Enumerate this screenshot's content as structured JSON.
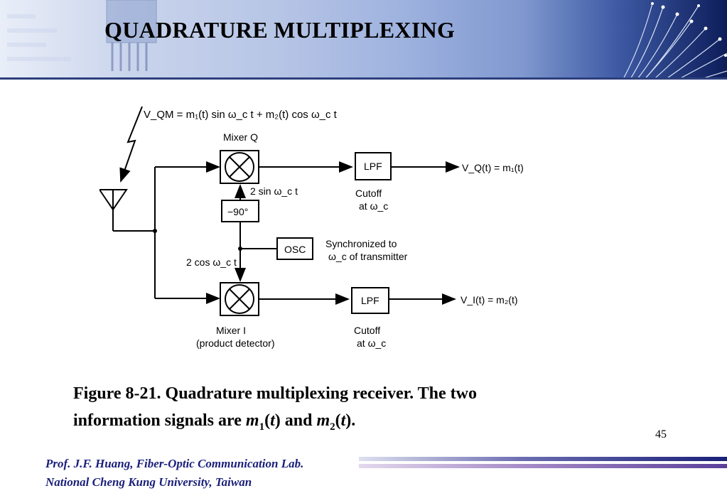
{
  "slide": {
    "title": "QUADRATURE MULTIPLEXING",
    "page_number": "45"
  },
  "figure": {
    "equation": "V_QM = m₁(t) sin ω_c t + m₂(t) cos ω_c t",
    "mixer_q": "Mixer Q",
    "mixer_i": "Mixer I",
    "product_detector": "(product detector)",
    "lpf_top": "LPF",
    "lpf_bottom": "LPF",
    "cutoff_top_line1": "Cutoff",
    "cutoff_top_line2": "at ω_c",
    "cutoff_bottom_line1": "Cutoff",
    "cutoff_bottom_line2": "at ω_c",
    "phase_shift": "−90°",
    "sin_input": "2 sin ω_c t",
    "cos_input": "2 cos ω_c t",
    "osc": "OSC",
    "sync_line1": "Synchronized to",
    "sync_line2": "ω_c of transmitter",
    "out_q": "V_Q(t) = m₁(t)",
    "out_i": "V_I(t) = m₂(t)"
  },
  "caption": {
    "line1": "Figure 8-21. Quadrature multiplexing receiver. The two",
    "line2_prefix": "information signals are ",
    "m1_var": "m",
    "m1_sub": "1",
    "m1_arg_open": "(",
    "m1_arg": "t",
    "m1_arg_close": ")",
    "and": " and ",
    "m2_var": "m",
    "m2_sub": "2",
    "m2_arg_open": "(",
    "m2_arg": "t",
    "m2_arg_close": ")."
  },
  "footer": {
    "line1": "Prof. J.F. Huang, Fiber-Optic Communication Lab.",
    "line2": "National Cheng Kung University, Taiwan"
  }
}
